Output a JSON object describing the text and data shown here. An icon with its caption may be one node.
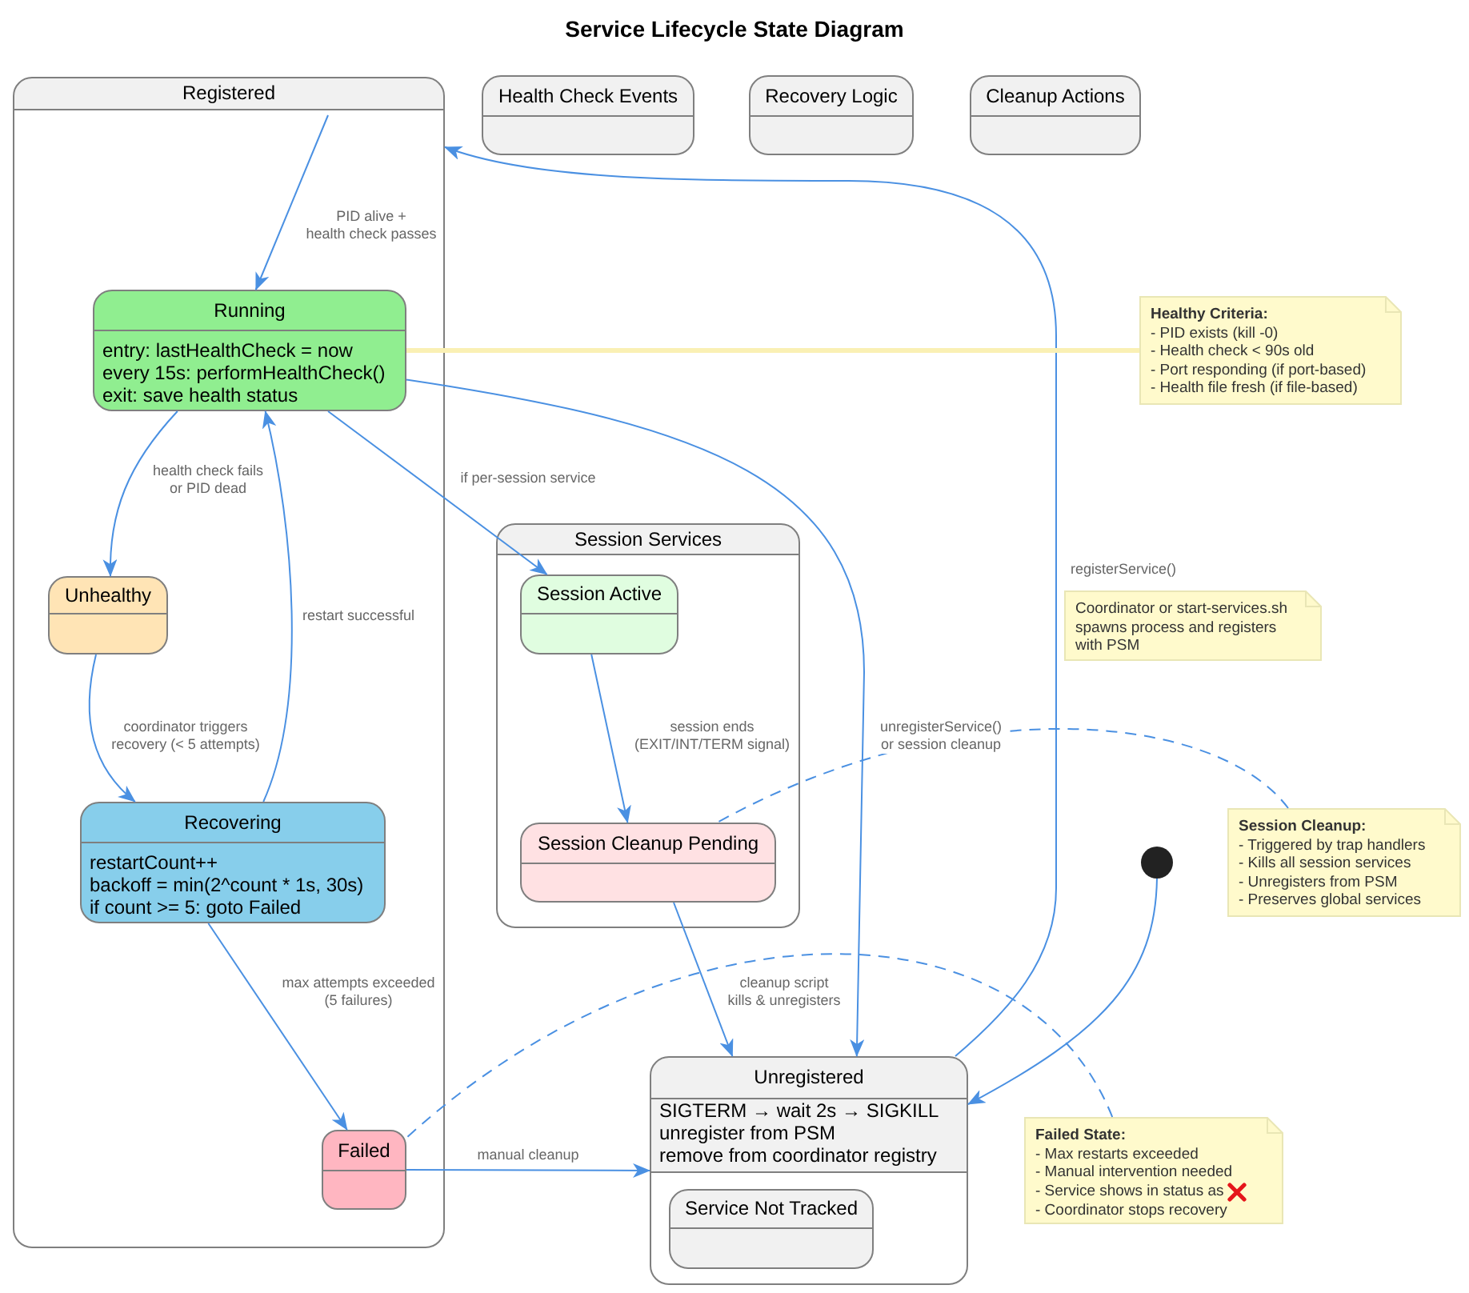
{
  "diagram": {
    "title": "Service Lifecycle State Diagram",
    "nodes": [
      {
        "text": [
          "Registered"
        ]
      },
      {
        "text": [
          "Running",
          "entry: lastHealthCheck = now",
          "every 15s: performHealthCheck()",
          "exit: save health status"
        ],
        "in": 0
      },
      {
        "text": [
          "Unhealthy"
        ],
        "in": 0
      },
      {
        "text": [
          "Recovering",
          "restartCount++",
          "backoff = min(2^count * 1s, 30s)",
          "if count >= 5: goto Failed"
        ],
        "in": 0
      },
      {
        "text": [
          "Failed"
        ],
        "in": 0
      },
      {
        "text": [
          "Health Check Events"
        ]
      },
      {
        "text": [
          "Recovery Logic"
        ]
      },
      {
        "text": [
          "Cleanup Actions"
        ]
      },
      {
        "text": [
          "Session Services"
        ]
      },
      {
        "text": [
          "Session Active"
        ],
        "in": 8
      },
      {
        "text": [
          "Session Cleanup Pending"
        ],
        "in": 8
      },
      {
        "text": [
          "Unregistered",
          "SIGTERM → wait 2s → SIGKILL",
          "unregister from PSM",
          "remove from coordinator registry"
        ]
      },
      {
        "text": [
          "Service Not Tracked"
        ],
        "in": 11
      },
      {
        "text": [],
        "shape": "circle"
      },
      {
        "text": [
          "Healthy Criteria:",
          "- PID exists (kill -0)",
          "- Health check < 90s old",
          "- Port responding (if port-based)",
          "- Health file fresh (if file-based)"
        ]
      },
      {
        "text": [
          "Coordinator or start-services.sh spawns process and registers with PSM"
        ]
      },
      {
        "text": [
          "Session Cleanup:",
          "- Triggered by trap handlers",
          "- Kills all session services",
          "- Unregisters from PSM",
          "- Preserves global services"
        ]
      },
      {
        "text": [
          "Failed State:",
          "- Max restarts exceeded",
          "- Manual intervention needed",
          "- Service shows in status as",
          "- Coordinator stops recovery"
        ]
      }
    ],
    "edges": [
      {
        "from": null,
        "to": 1,
        "arrow": "to",
        "label": "PID alive + health check passes"
      },
      {
        "from": 1,
        "to": 2,
        "arrow": "to",
        "label": "health check fails or PID dead"
      },
      {
        "from": 2,
        "to": 3,
        "arrow": "to",
        "label": "coordinator triggers recovery (< 5 attempts)"
      },
      {
        "from": 3,
        "to": 1,
        "arrow": "to",
        "label": "restart successful"
      },
      {
        "from": 3,
        "to": 4,
        "arrow": "to",
        "label": "max attempts exceeded (5 failures)"
      },
      {
        "from": 1,
        "to": 9,
        "arrow": "to",
        "label": "if per-session service"
      },
      {
        "from": 9,
        "to": 10,
        "arrow": "to",
        "label": "session ends (EXIT/INT/TERM signal)"
      },
      {
        "from": 10,
        "to": 11,
        "arrow": "to",
        "label": "cleanup script kills & unregisters"
      },
      {
        "from": 1,
        "to": 11,
        "arrow": "to",
        "label": "unregisterService() or session cleanup"
      },
      {
        "from": 4,
        "to": 11,
        "arrow": "to",
        "label": "manual cleanup"
      },
      {
        "from": 11,
        "to": 0,
        "arrow": "to",
        "label": "registerService()"
      },
      {
        "from": 13,
        "to": 11,
        "arrow": "to"
      },
      {
        "from": 14,
        "to": 1,
        "arrow": "none",
        "style": "thick",
        "color": "#faf0b4"
      },
      {
        "from": 16,
        "to": 10,
        "arrow": "none",
        "style": "dashed"
      },
      {
        "from": 17,
        "to": 4,
        "arrow": "none",
        "style": "dashed"
      }
    ]
  }
}
